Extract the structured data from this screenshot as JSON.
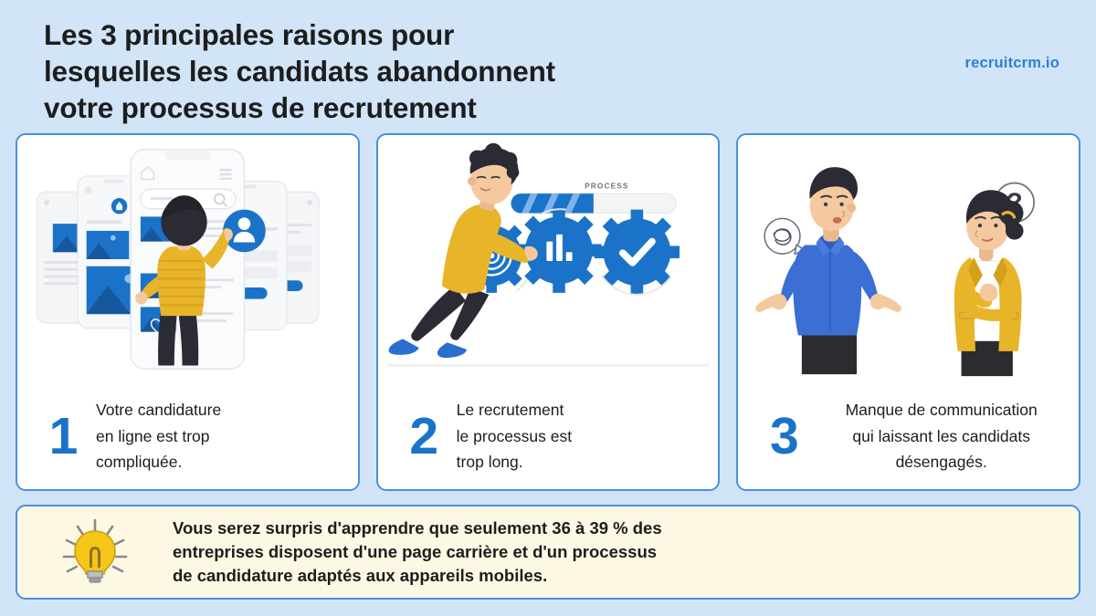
{
  "header": {
    "title": "Les 3 principales raisons pour\nlesquelles les candidats abandonnent\nvotre processus de recrutement",
    "brand": "recruitcrm.io"
  },
  "colors": {
    "page_background": "#d2e4f7",
    "card_background": "#ffffff",
    "card_border": "#4a90e2",
    "accent_blue": "#1a73c8",
    "brand_blue": "#2f7fd4",
    "banner_background": "#fdf8e4",
    "bulb_yellow": "#f5c518",
    "illustration_yellow": "#e8b52a",
    "illustration_blue": "#3b6fd4",
    "hair_dark": "#2b2b35",
    "skin": "#f5c9a0"
  },
  "cards": [
    {
      "number": "1",
      "text": "Votre candidature\nen ligne est trop\ncompliquée.",
      "illustration": "person-using-mobile-app-screens"
    },
    {
      "number": "2",
      "text": "Le recrutement\nle processus est\ntrop long.",
      "illustration": "person-pushing-gears-process-bar",
      "progress_label": "PROCESS"
    },
    {
      "number": "3",
      "text": "Manque de communication\nqui laissant les candidats\ndésengagés.",
      "illustration": "two-people-confused-question-mark",
      "question_mark": "?"
    }
  ],
  "banner": {
    "icon": "lightbulb-icon",
    "text": "Vous serez surpris d'apprendre que seulement 36 à 39 % des\nentreprises disposent d'une page carrière et d'un processus\nde candidature adaptés aux appareils mobiles."
  }
}
